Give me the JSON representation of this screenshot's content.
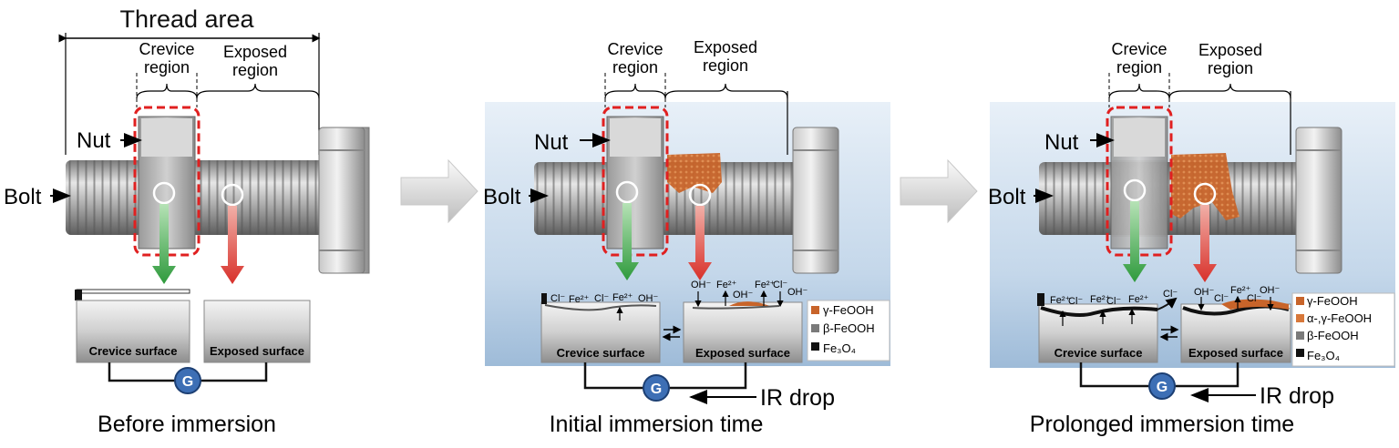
{
  "common": {
    "bolt": "Bolt",
    "nut": "Nut",
    "crevice_l1": "Crevice",
    "crevice_l2": "region",
    "exposed_l1": "Exposed",
    "exposed_l2": "region",
    "crevice_surface": "Crevice surface",
    "exposed_surface": "Exposed surface",
    "galvanometer": "G",
    "ir_drop": "IR drop"
  },
  "panel1": {
    "thread_area": "Thread area",
    "caption": "Before immersion"
  },
  "panel2": {
    "caption": "Initial immersion time",
    "crevice_ions": [
      "Cl⁻",
      "Fe²⁺",
      "Cl⁻",
      "Fe²⁺",
      "OH⁻"
    ],
    "exposed_ions": [
      "OH⁻",
      "Fe²⁺",
      "OH⁻",
      "Fe²⁺",
      "Cl⁻",
      "OH⁻"
    ],
    "legend": [
      "γ-FeOOH",
      "β-FeOOH",
      "Fe₃O₄"
    ]
  },
  "panel3": {
    "caption": "Prolonged immersion time",
    "crevice_ions": [
      "Fe²⁺",
      "Cl⁻",
      "Fe²⁺",
      "Cl⁻",
      "Fe²⁺",
      "Cl⁻"
    ],
    "exposed_ions": [
      "OH⁻",
      "Cl⁻",
      "Fe²⁺",
      "Cl⁻",
      "OH⁻"
    ],
    "legend": [
      "γ-FeOOH",
      "α-,γ-FeOOH",
      "β-FeOOH",
      "Fe₃O₄"
    ]
  },
  "colors": {
    "gamma_feooh": "#c8642a",
    "alpha_gamma_feooh": "#d8783a",
    "beta_feooh": "#7a7a7a",
    "fe3o4": "#111111",
    "crevice_arrow": "#2e9a3c",
    "exposed_arrow": "#d8302a",
    "dashed_box": "#e02020",
    "galvanometer": "#3d6fb5",
    "solution": "#c4d7ea"
  }
}
